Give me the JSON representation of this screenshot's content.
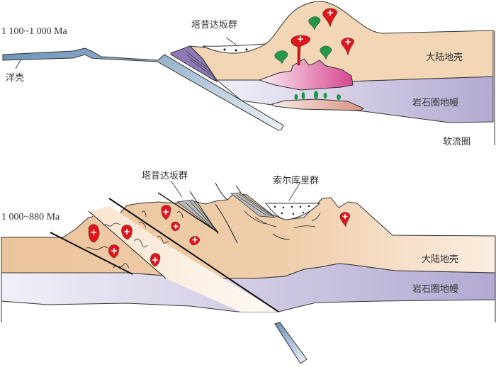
{
  "top_panel": {
    "age": "1 100~1 000 Ma",
    "labels": {
      "tashidaban": "塔昔达坂群",
      "continental_crust": "大陆地壳",
      "oceanic_crust": "洋壳",
      "lithospheric_mantle": "岩石圈地幔",
      "asthenosphere": "软流圈"
    }
  },
  "bottom_panel": {
    "age": "1 000~880 Ma",
    "labels": {
      "tashidaban": "塔昔达坂群",
      "suoerkuli": "索尔库里群",
      "continental_crust": "大陆地壳",
      "lithospheric_mantle": "岩石圈地幔"
    }
  },
  "colors": {
    "crust": "#f2d4b2",
    "crust_dark": "#e6bf98",
    "mantle_light": "#ecebf5",
    "mantle_dark": "#b5acd3",
    "slab": "#6f94b8",
    "wedge": "#8e7ab6",
    "magma": "#d95c9c",
    "granite": "#e0151b",
    "mafic": "#23984a"
  }
}
